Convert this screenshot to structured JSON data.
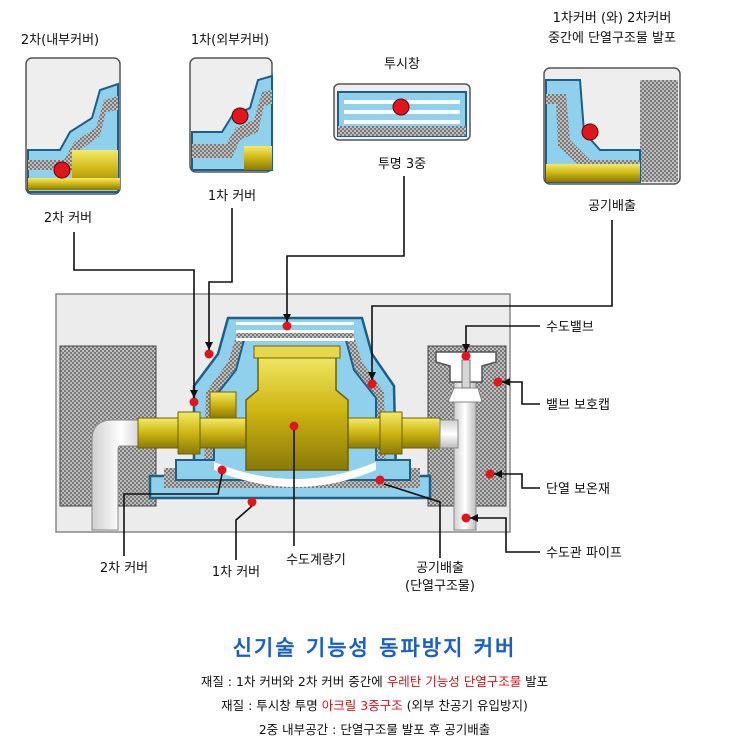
{
  "insets": {
    "inner_cover": {
      "top_label": "2차(내부커버)",
      "bottom_label": "2차 커버"
    },
    "outer_cover": {
      "top_label": "1차(외부커버)",
      "bottom_label": "1차 커버"
    },
    "window": {
      "top_label": "투시창",
      "bottom_label": "투명 3중"
    },
    "between": {
      "top_label_1": "1차커버 (와) 2차커버",
      "top_label_2": "중간에 단열구조물 발포",
      "bottom_label": "공기배출"
    }
  },
  "callouts": {
    "water_valve": "수도밸브",
    "valve_cap": "밸브 보호캡",
    "insulation": "단열 보온재",
    "water_pipe": "수도관 파이프",
    "cover2": "2차 커버",
    "cover1": "1차 커버",
    "meter": "수도계량기",
    "air_exhaust_1": "공기배출",
    "air_exhaust_2": "(단열구조물)"
  },
  "caption": {
    "title": "신기술 기능성 동파방지 커버",
    "line1_pre": "재질 : 1차 커버와 2차 커버 중간에 ",
    "line1_red": "우레탄 기능성 단열구조물",
    "line1_post": " 발포",
    "line2_pre": "재질 : 투시창 투명 ",
    "line2_red": "아크릴 3중구조",
    "line2_post": " (외부 찬공기 유입방지)",
    "line3": "2중 내부공간 : 단열구조물 발포 후 공기배출"
  },
  "colors": {
    "cover_blue": "#8fd0ec",
    "brass": "#d8c21a",
    "marker_red": "#e0161c",
    "title_blue": "#1a5fc8",
    "highlight_red": "#d4161c"
  }
}
